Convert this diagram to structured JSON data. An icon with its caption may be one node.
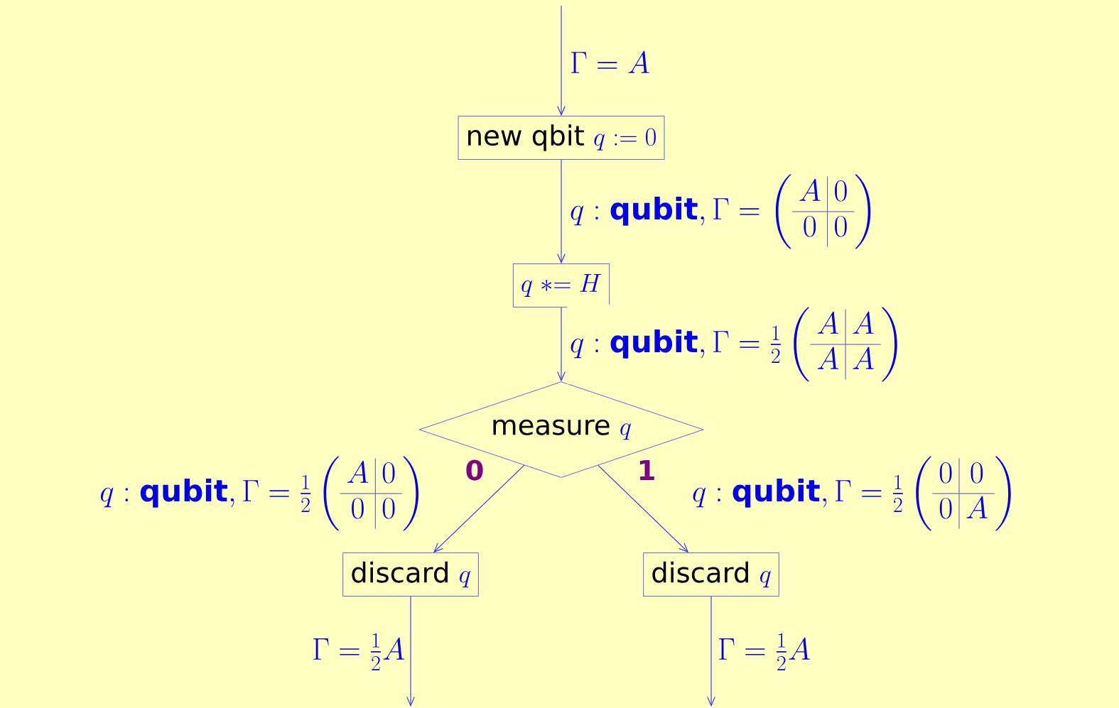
{
  "diagram": {
    "nodes": [
      {
        "text": [
          "new qbit",
          "q := 0"
        ]
      },
      {
        "text": [
          "q \\mathrel{*}= H"
        ]
      },
      {
        "text": [
          "measure",
          "q"
        ]
      },
      {
        "text": [
          "discard",
          "q"
        ]
      },
      {
        "text": [
          "discard",
          "q"
        ]
      }
    ],
    "edges": [
      {
        "from": null,
        "to": 0,
        "arrow": "to",
        "label": "\\Gamma = A"
      },
      {
        "from": 0,
        "to": 1,
        "arrow": "to",
        "label": "q : \\textbf{qubit}, \\Gamma = \\left(\\begin{array}{c|c} A & 0 \\\\ \\hline 0 & 0 \\end{array}\\right)"
      },
      {
        "from": 1,
        "to": 2,
        "arrow": "to",
        "label": "q : \\textbf{qubit}, \\Gamma = \\frac{1}{2}\\left(\\begin{array}{c|c} A & A \\\\ \\hline A & A \\end{array}\\right)"
      },
      {
        "from": 2,
        "to": 3,
        "arrow": "to",
        "label": "q : \\textbf{qubit}, \\Gamma = \\frac{1}{2}\\left(\\begin{array}{c|c} A & 0 \\\\ \\hline 0 & 0 \\end{array}\\right)"
      },
      {
        "from": 2,
        "to": 4,
        "arrow": "to",
        "label": "q : \\textbf{qubit}, \\Gamma = \\frac{1}{2}\\left(\\begin{array}{c|c} 0 & 0 \\\\ \\hline 0 & A \\end{array}\\right)"
      },
      {
        "from": 3,
        "to": null,
        "arrow": "to",
        "label": "\\Gamma = \\frac{1}{2}A"
      },
      {
        "from": 4,
        "to": null,
        "arrow": "to",
        "label": "\\Gamma = \\frac{1}{2}A"
      }
    ],
    "labels": [
      "0",
      "1"
    ]
  }
}
